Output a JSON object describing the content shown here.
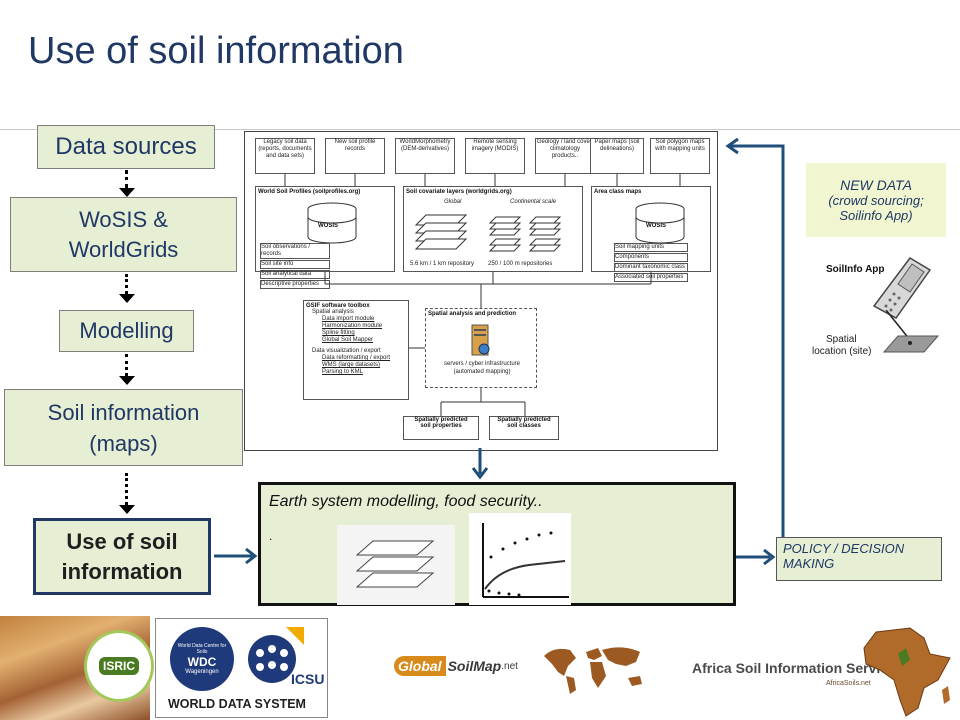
{
  "title": "Use of soil information",
  "flow": {
    "data_sources": "Data sources",
    "wosis_line1": "WoSIS &",
    "wosis_line2": "WorldGrids",
    "modelling": "Modelling",
    "soil_info_line1": "Soil information",
    "soil_info_line2": "(maps)",
    "use_line1": "Use of soil",
    "use_line2": "information"
  },
  "diagram": {
    "inputs": [
      "Legacy soil data (reports, documents and data sets)",
      "New soil profile records",
      "WorldMorphometry (DEM-derivatives)",
      "Remote sensing imagery (MODIS)",
      "Geology / land cover, climatology products..",
      "Paper maps (soil delineations)",
      "Soil polygon maps with mapping units"
    ],
    "wsp_title": "World Soil Profiles (soilprofiles.org)",
    "wosis": "WOSIS",
    "wsp_items": [
      "Soil observations / records",
      "Soil site info",
      "Soil analytical data",
      "Descriptive properties"
    ],
    "covariate_title": "Soil covariate layers (worldgrids.org)",
    "global": "Global",
    "continental": "Continental scale",
    "res1": "5.6 km / 1 km repository",
    "res2": "250 / 100 m  repositories",
    "area_title": "Area class maps",
    "area_items": [
      "Soil mapping units",
      "Components",
      "Dominant taxonomic class",
      "Associated soil properties"
    ],
    "gsif_title": "GSIF software toolbox",
    "gsif_sa": "Spatial analysis",
    "gsif_sa_items": [
      "Data import module",
      "Harmonization module",
      "Spline fitting",
      "Global Soil Mapper"
    ],
    "gsif_dv": "Data visualization / export",
    "gsif_dv_items": [
      "Data reformatting / export",
      "WMS (large datasets)",
      "Parsing to KML"
    ],
    "sap_title": "Spatial analysis and prediction",
    "servers_line1": "servers / cyber infrastructure",
    "servers_line2": "(automated mapping)",
    "out1_line1": "Spatially predicted",
    "out1_line2": "soil properties",
    "out2_line1": "Spatially predicted",
    "out2_line2": "soil classes"
  },
  "earth": {
    "text": "Earth system modelling, food security..",
    "dot": "."
  },
  "newdata": {
    "line1": "NEW DATA",
    "line2": "(crowd sourcing;",
    "line3": "Soilinfo App)"
  },
  "app": {
    "label": "SoilInfo App",
    "spatial_line1": "Spatial",
    "spatial_line2": "location (site)"
  },
  "policy": {
    "line1": "POLICY / DECISION",
    "line2": "MAKING"
  },
  "logos": {
    "isric": "ISRIC",
    "wdc_arc": "World Data Centre for Soils",
    "wdc": "WDC",
    "wageningen": "Wageningen",
    "wds": "WORLD DATA SYSTEM",
    "icsu": "ICSU",
    "gsm_global": "Global",
    "gsm_rest": "SoilMap",
    "gsm_net": ".net",
    "afsis": "Africa Soil Information Service",
    "afsis_url": "AfricaSoils.net"
  },
  "colors": {
    "title": "#1f3864",
    "box_fill": "#e6efd4",
    "arrow": "#1f4e79",
    "newdata_fill": "#f2f6d0"
  }
}
